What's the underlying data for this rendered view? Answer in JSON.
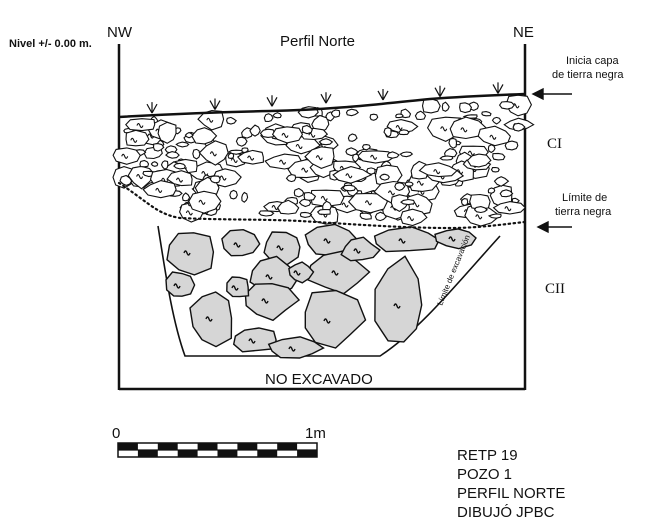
{
  "level_label": "Nivel +/- 0.00 m.",
  "corner_left": "NW",
  "corner_right": "NE",
  "profile_title": "Perfil Norte",
  "annotations": {
    "start_layer": [
      "Inicia capa",
      "de tierra negra"
    ],
    "limit_layer": [
      "Límite de",
      "tierra negra"
    ],
    "excavation_limit": "Límite de excavación"
  },
  "layers": {
    "upper": "CI",
    "lower": "CII"
  },
  "not_excavated": "NO EXCAVADO",
  "scale": {
    "start": "0",
    "end": "1m"
  },
  "info_block": [
    "RETP 19",
    "POZO 1",
    "PERFIL NORTE",
    "DIBUJÓ JPBC"
  ],
  "colors": {
    "stone_fill": "#d6d6d6",
    "line": "#111111",
    "background": "#ffffff"
  }
}
